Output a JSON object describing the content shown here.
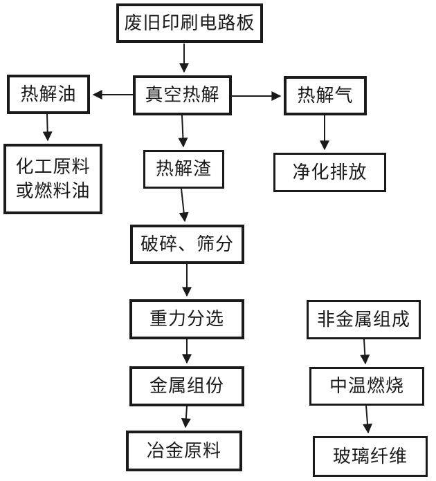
{
  "diagram": {
    "description": "Flowchart of vacuum pyrolysis recycling process for waste printed circuit boards",
    "colors": {
      "background": "#ffffff",
      "border": "#1a1a1a",
      "text": "#1a1a1a",
      "arrow": "#1a1a1a"
    },
    "nodes": {
      "pcb": {
        "label": "废旧印刷电路板"
      },
      "pyrolysis_oil": {
        "label": "热解油"
      },
      "vacuum_pyrolysis": {
        "label": "真空热解"
      },
      "pyrolysis_gas": {
        "label": "热解气"
      },
      "chemical_or_fuel_oil": {
        "label": "化工原料\n或燃料油"
      },
      "pyrolysis_residue": {
        "label": "热解渣"
      },
      "purified_emission": {
        "label": "净化排放"
      },
      "crushing_screening": {
        "label": "破碎、筛分"
      },
      "gravity_separation": {
        "label": "重力分选"
      },
      "metal_fraction": {
        "label": "金属组份"
      },
      "metallurgical_raw_material": {
        "label": "冶金原料"
      },
      "nonmetal_fraction": {
        "label": "非金属组成"
      },
      "medium_temp_combustion": {
        "label": "中温燃烧"
      },
      "glass_fiber": {
        "label": "玻璃纤维"
      }
    },
    "edges": [
      {
        "from": "pcb",
        "to": "vacuum_pyrolysis"
      },
      {
        "from": "vacuum_pyrolysis",
        "to": "pyrolysis_oil"
      },
      {
        "from": "vacuum_pyrolysis",
        "to": "pyrolysis_gas"
      },
      {
        "from": "vacuum_pyrolysis",
        "to": "pyrolysis_residue"
      },
      {
        "from": "pyrolysis_oil",
        "to": "chemical_or_fuel_oil"
      },
      {
        "from": "pyrolysis_gas",
        "to": "purified_emission"
      },
      {
        "from": "pyrolysis_residue",
        "to": "crushing_screening"
      },
      {
        "from": "crushing_screening",
        "to": "gravity_separation"
      },
      {
        "from": "gravity_separation",
        "to": "metal_fraction"
      },
      {
        "from": "metal_fraction",
        "to": "metallurgical_raw_material"
      },
      {
        "from": "nonmetal_fraction",
        "to": "medium_temp_combustion"
      },
      {
        "from": "medium_temp_combustion",
        "to": "glass_fiber"
      }
    ]
  }
}
